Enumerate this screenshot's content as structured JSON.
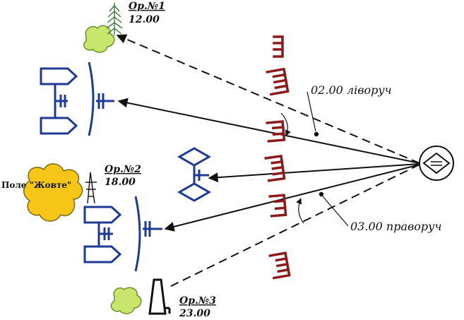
{
  "reference_points": [
    {
      "name": "Ор.№1",
      "value": "12.00"
    },
    {
      "name": "Ор.№2",
      "value": "18.00"
    },
    {
      "name": "Ор.№3",
      "value": "23.00"
    }
  ],
  "callouts": {
    "left": "02.00 ліворуч",
    "right": "03.00 праворуч"
  },
  "field": {
    "label": "Поле \"Жовте\""
  },
  "colors": {
    "units": "#1f3a93",
    "enemy": "#8b1a1a",
    "lines": "#111111",
    "bush": "#c8e66e",
    "bush_edge": "#6a8f2a",
    "field": "#f5c518",
    "field_edge": "#7a6a10",
    "tree": "#3a7a3a"
  }
}
